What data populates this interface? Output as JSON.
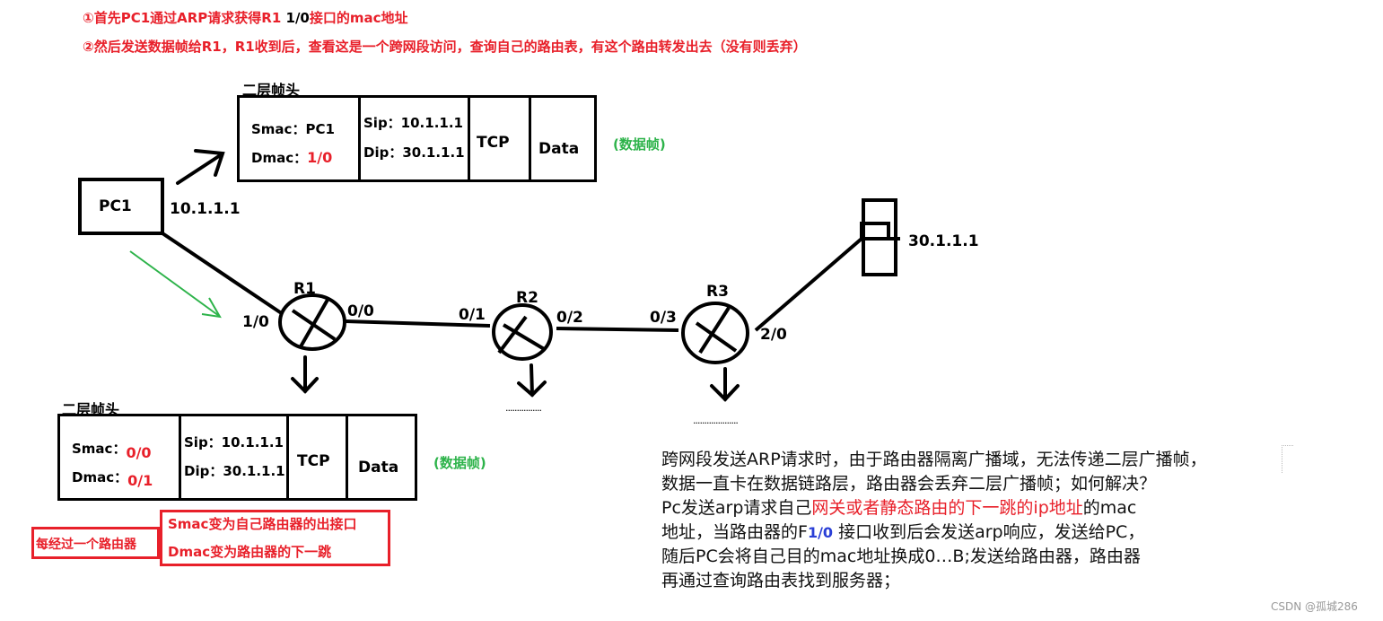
{
  "notes": {
    "step1_prefix": "①首先PC1通过ARP请求获得R1 ",
    "step1_highlight": "1/0",
    "step1_suffix": "接口的mac地址",
    "step2": "②然后发送数据帧给R1，R1收到后，查看这是一个跨网段访问，查询自己的路由表，有这个路由转发出去（没有则丢弃）"
  },
  "frame_top": {
    "header_label": "二层帧头",
    "smac_label": "Smac：",
    "smac_value": "PC1",
    "dmac_label": "Dmac：",
    "dmac_value": "1/0",
    "sip": "Sip：10.1.1.1",
    "dip": "Dip：30.1.1.1",
    "tcp": "TCP",
    "data": "Data",
    "caption": "(数据帧)"
  },
  "frame_bottom": {
    "header_label": "二层帧头",
    "smac_label": "Smac：",
    "smac_value": "0/0",
    "dmac_label": "Dmac：",
    "dmac_value": "0/1",
    "sip": "Sip：10.1.1.1",
    "dip": "Dip：30.1.1.1",
    "tcp": "TCP",
    "data": "Data",
    "caption": "(数据帧)"
  },
  "topology": {
    "pc1": {
      "label": "PC1",
      "ip": "10.1.1.1"
    },
    "server": {
      "ip": "30.1.1.1"
    },
    "routers": [
      {
        "name": "R1",
        "left_port": "1/0",
        "right_port": "0/0"
      },
      {
        "name": "R2",
        "left_port": "0/1",
        "right_port": "0/2"
      },
      {
        "name": "R3",
        "left_port": "0/3",
        "right_port": "2/0"
      }
    ],
    "ellipsis_r2": "................",
    "ellipsis_r3": "...................."
  },
  "rule_box": {
    "title": "每经过一个路由器",
    "line1": "Smac变为自己路由器的出接口",
    "line2": "Dmac变为路由器的下一跳"
  },
  "explanation": {
    "line1": "跨网段发送ARP请求时，由于路由器隔离广播域，无法传递二层广播帧，",
    "line2": "数据一直卡在数据链路层，路由器会丢弃二层广播帧；如何解决？",
    "line3_a": "Pc发送arp请求自己",
    "line3_red": "网关或者静态路由的下一跳的ip地址",
    "line3_b": "的mac",
    "line4_a": "地址，当路由器的F",
    "line4_blue": "1/0",
    "line4_b": " 接口收到后会发送arp响应，发送给PC，",
    "line5": "随后PC会将自己目的mac地址换成0…B;发送给路由器，路由器",
    "line6": "再通过查询路由表找到服务器；"
  },
  "watermark": "CSDN @孤城286",
  "colors": {
    "red": "#e8202a",
    "green": "#2db34a",
    "blue": "#2a3fd6"
  }
}
